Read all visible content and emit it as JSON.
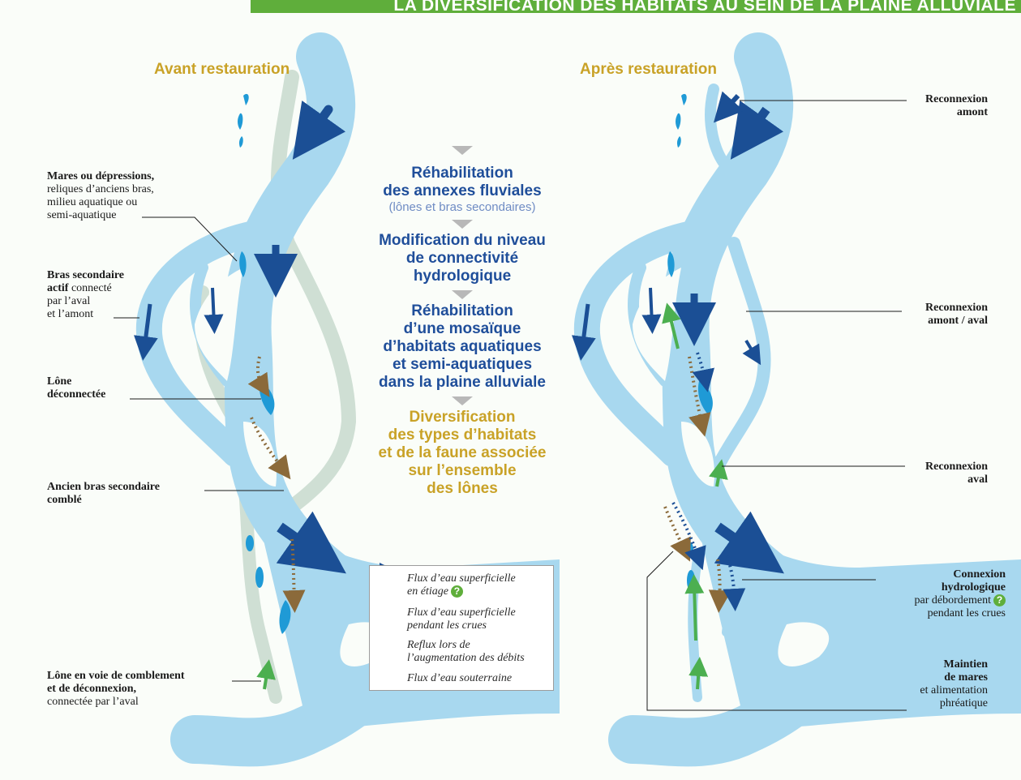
{
  "banner": {
    "title": "LA DIVERSIFICATION DES HABITATS AU SEIN DE LA PLAINE ALLUVIALE"
  },
  "left": {
    "heading": "Avant restauration",
    "labels": {
      "mares_bold": "Mares ou dépressions,",
      "mares_rest": [
        "reliques d’anciens bras,",
        "milieu aquatique ou",
        "semi-aquatique"
      ],
      "bras_bold": [
        "Bras secondaire",
        "actif"
      ],
      "bras_rest": [
        "connecté",
        "par l’aval",
        "et l’amont"
      ],
      "lone_bold": [
        "Lône",
        "déconnectée"
      ],
      "ancien_bold": [
        "Ancien bras secondaire",
        "comblé"
      ],
      "comb_bold": [
        "Lône en voie de comblement",
        "et de déconnexion,"
      ],
      "comb_rest": "connectée par l’aval"
    }
  },
  "right": {
    "heading": "Après restauration",
    "labels": {
      "amont": [
        "Reconnexion",
        "amont"
      ],
      "amont_aval": [
        "Reconnexion",
        "amont / aval"
      ],
      "aval": [
        "Reconnexion",
        "aval"
      ],
      "connexion_bold": [
        "Connexion",
        "hydrologique"
      ],
      "connexion_rest": [
        "par débordement",
        "pendant les crues"
      ],
      "maintien_bold": [
        "Maintien",
        "de mares"
      ],
      "maintien_rest": [
        "et alimentation",
        "phréatique"
      ]
    }
  },
  "steps": {
    "s1": [
      "Réhabilitation",
      "des annexes fluviales"
    ],
    "s1_sub": "(lônes et bras secondaires)",
    "s2": [
      "Modification du niveau",
      "de connectivité",
      "hydrologique"
    ],
    "s3": [
      "Réhabilitation",
      "d’une mosaïque",
      "d’habitats aquatiques",
      "et semi-aquatiques",
      "dans la plaine alluviale"
    ],
    "s4": [
      "Diversification",
      "des types d’habitats",
      "et de la faune associée",
      "sur l’ensemble",
      "des lônes"
    ]
  },
  "legend": {
    "items": [
      [
        "Flux d’eau superficielle",
        "en étiage"
      ],
      [
        "Flux d’eau superficielle",
        "pendant les crues"
      ],
      [
        "Reflux lors de",
        "l’augmentation des débits"
      ],
      [
        "Flux d’eau souterraine"
      ]
    ],
    "help_icon": "question-mark-icon"
  },
  "colors": {
    "river": "#a8d8ef",
    "old_channel": "#cfdfd4",
    "pond": "#1f9ad6",
    "arrow_dark": "#1b4f95",
    "arrow_green": "#4caf50",
    "arrow_brown": "#8b6a3a",
    "heading_gold": "#c9a227",
    "step_blue": "#1f4e9a",
    "banner_green": "#5fae3b"
  }
}
